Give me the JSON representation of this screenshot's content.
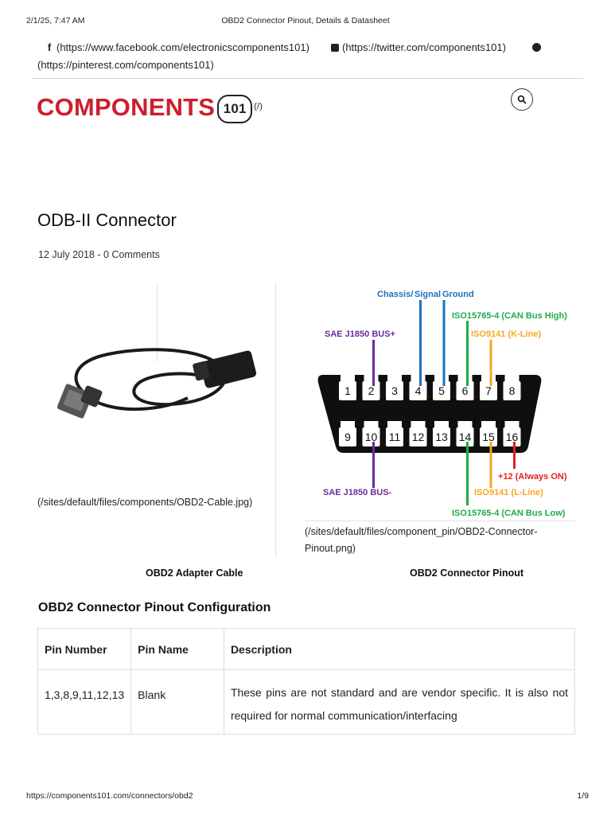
{
  "print_header": {
    "datetime": "2/1/25, 7:47 AM",
    "document_title": "OBD2 Connector Pinout, Details & Datasheet"
  },
  "social": {
    "facebook_url": "(https://www.facebook.com/electronicscomponents101)",
    "twitter_url": "(https://twitter.com/components101)",
    "pinterest_url": "(https://pinterest.com/components101)"
  },
  "site": {
    "logo_text": "COMPONENTS",
    "logo_number": "101",
    "logo_link": "(/)"
  },
  "article": {
    "title": "ODB-II Connector",
    "meta": "12 July 2018 - 0 Comments"
  },
  "figures": {
    "cable_link": "(/sites/default/files/components/OBD2-Cable.jpg)",
    "cable_caption": "OBD2 Adapter Cable",
    "pinout_link_line1": "(/sites/default/files/component_pin/OBD2-Connector-",
    "pinout_link_line2": "Pinout.png)",
    "pinout_caption": "OBD2 Connector Pinout"
  },
  "pinout_diagram": {
    "top_pins": [
      "1",
      "2",
      "3",
      "4",
      "5",
      "6",
      "7",
      "8"
    ],
    "bottom_pins": [
      "9",
      "10",
      "11",
      "12",
      "13",
      "14",
      "15",
      "16"
    ],
    "labels": {
      "chassis": "Chassis/",
      "signal": "Signal",
      "ground": "Ground",
      "can_high": "ISO15765-4 (CAN Bus High)",
      "sae_plus": "SAE J1850 BUS+",
      "kline": "ISO9141 (K-Line)",
      "always_on": "+12 (Always ON)",
      "sae_minus": "SAE J1850 BUS-",
      "lline": "ISO9141 (L-Line)",
      "can_low": "ISO15765-4 (CAN Bus Low)"
    },
    "colors": {
      "blue": "#1f6fbf",
      "green": "#1faa4a",
      "purple": "#6a2c9a",
      "orange": "#f5a623",
      "red": "#e02020"
    }
  },
  "section": {
    "title": "OBD2 Connector Pinout Configuration"
  },
  "table": {
    "headers": [
      "Pin Number",
      "Pin Name",
      "Description"
    ],
    "rows": [
      {
        "pin_number": "1,3,8,9,11,12,13",
        "pin_name": "Blank",
        "description": "These pins are not standard and are vendor specific. It is also not required for normal communication/interfacing"
      }
    ]
  },
  "print_footer": {
    "url": "https://components101.com/connectors/obd2",
    "page": "1/9"
  }
}
